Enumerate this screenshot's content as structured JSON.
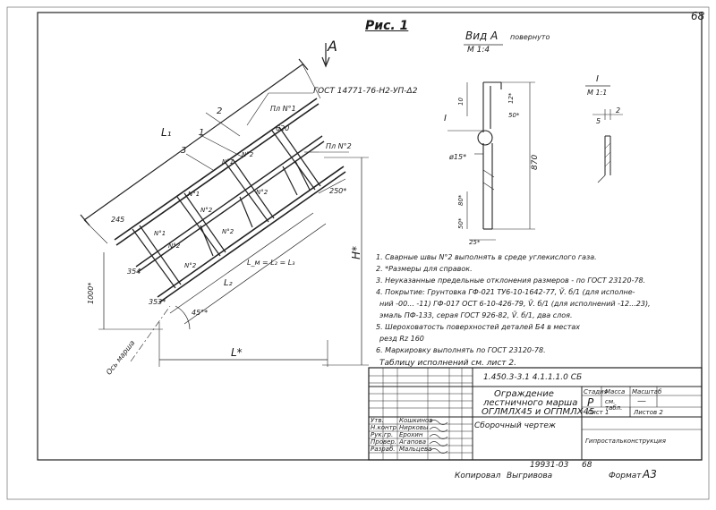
{
  "page_number": "68",
  "figure": {
    "title": "Рис. 1",
    "view_arrow": "A"
  },
  "labels": {
    "gost_weld": "ГОСТ 14771-76-Н2-УП-Δ2",
    "l1": "L₁",
    "l2": "L₂",
    "lm": "L_м = L₂ = L₃",
    "l_star": "L*",
    "h_star": "H*",
    "pl1": "Пл N°1",
    "pl2": "Пл N°2",
    "n1": "N°1",
    "n2": "N°2",
    "d620": "620",
    "d245": "245",
    "d250": "250*",
    "d354": "354",
    "d353": "353*",
    "d1000": "1000*",
    "angle45": "45°*",
    "axis_label": "Ось марша",
    "pos1": "1",
    "pos2": "2",
    "pos3": "3"
  },
  "view_a": {
    "title": "Вид А",
    "subtitle": "повернуто",
    "scale": "М 1:4",
    "dims": {
      "d10": "10",
      "d12": "12*",
      "d50": "50*",
      "d870": "870",
      "d80": "80*",
      "d50b": "50*",
      "d25": "25*",
      "phi15": "ø15*",
      "section": "I"
    }
  },
  "section_i": {
    "title": "I",
    "scale": "М 1:1",
    "d5": "5",
    "d2": "2"
  },
  "notes": [
    "1. Сварные швы N°2 выполнять в среде углекислого газа.",
    "2. *Размеры для справок.",
    "3. Неуказанные предельные отклонения размеров - по ГОСТ 23120-78.",
    "4. Покрытие: Грунтовка ГФ-021 ТУ6-10-1642-77, Ṽ. б/1 (для исполне-",
    "ний -00... -11) ГФ-017 ОСТ 6-10-426-79, Ṽ. б/1 (для исполнений -12...23),",
    "эмаль ПФ-133, серая ГОСТ 926-82, Ṽ. б/1, два слоя.",
    "5. Шероховатость поверхностей деталей Б4 в местах",
    "резд Rz 160",
    "6. Маркировку выполнять по ГОСТ 23120-78."
  ],
  "table_note": "Таблицу исполнений см. лист 2.",
  "title_block": {
    "doc_code": "1.450.3-3.1  4.1.1.1.0 СБ",
    "title_line1": "Ограждение",
    "title_line2": "лестничного марша",
    "title_line3": "ОГЛМЛХ45 и ОГПМЛХ45",
    "title_line4": "Сборочный чертеж",
    "stage_header": "Стадия",
    "mass_header": "Масса",
    "scale_header": "Масштаб",
    "stage": "Р",
    "mass": "см. табл.",
    "scale": "—",
    "sheet": "Лист 1",
    "sheets": "Листов 2",
    "org": "Гипростальконструкция",
    "signers": [
      {
        "role": "Утв.",
        "name": "Кошкинов"
      },
      {
        "role": "Н.контр.",
        "name": "Нирковы"
      },
      {
        "role": "Рук.гр.",
        "name": "Ерохин"
      },
      {
        "role": "Провер.",
        "name": "Агапова"
      },
      {
        "role": "Разраб.",
        "name": "Мальцева"
      }
    ]
  },
  "footer": {
    "inv": "19931-03",
    "sheet_no": "68",
    "copied": "Копировал",
    "copier": "Выгривова",
    "format_label": "Формат",
    "format": "А3"
  }
}
